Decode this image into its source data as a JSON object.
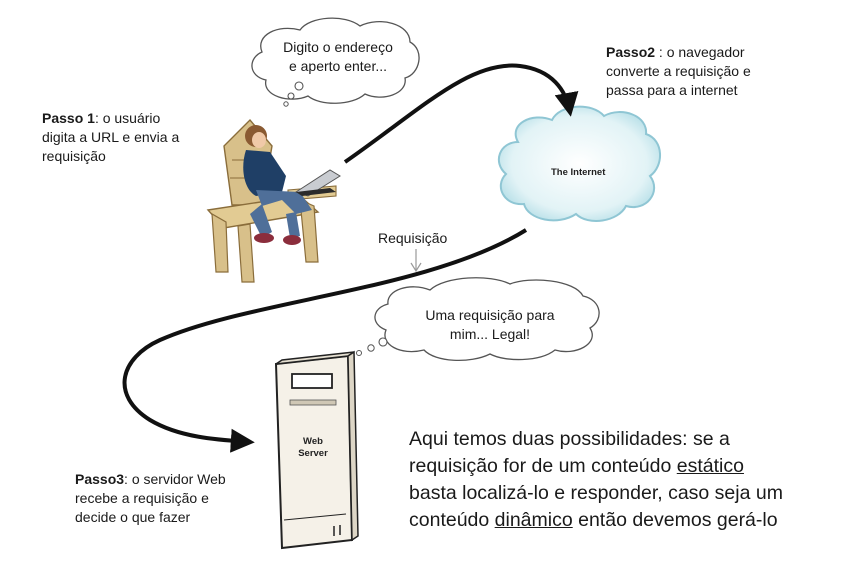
{
  "step1": {
    "title": "Passo 1",
    "text_line1": ": o usuário",
    "text_line2": "digita a URL e envia a",
    "text_line3": "requisição"
  },
  "step2": {
    "title": "Passo2",
    "text_line1": " : o navegador",
    "text_line2": "converte a requisição e",
    "text_line3": "passa para a internet"
  },
  "step3": {
    "title": "Passo3",
    "text_line1": ": o servidor Web",
    "text_line2": "recebe a requisição e",
    "text_line3": "decide o que fazer"
  },
  "user_bubble": {
    "line1": "Digito o endereço",
    "line2": "e aperto enter..."
  },
  "server_bubble": {
    "line1": "Uma requisição para",
    "line2": "mim... Legal!"
  },
  "internet_label": "The Internet",
  "request_label": "Requisição",
  "server_label": {
    "line1": "Web",
    "line2": "Server"
  },
  "conclusion": {
    "line1": "Aqui temos duas possibilidades: se a",
    "line2_pre": "requisição for de um conteúdo ",
    "line2_u": "estático",
    "line3": "basta localizá-lo e responder, caso seja um",
    "line4_pre": "conteúdo ",
    "line4_u": "dinâmico",
    "line4_post": " então devemos gerá-lo"
  },
  "colors": {
    "cloud": "#cfeaf0",
    "cloud_stroke": "#8fc6d4",
    "arrow": "#111111",
    "chair": "#d8c08a"
  },
  "icons": [
    "user-at-laptop-illustration",
    "internet-cloud-icon",
    "web-server-icon",
    "thought-bubble-icon",
    "curved-arrow-icon"
  ]
}
